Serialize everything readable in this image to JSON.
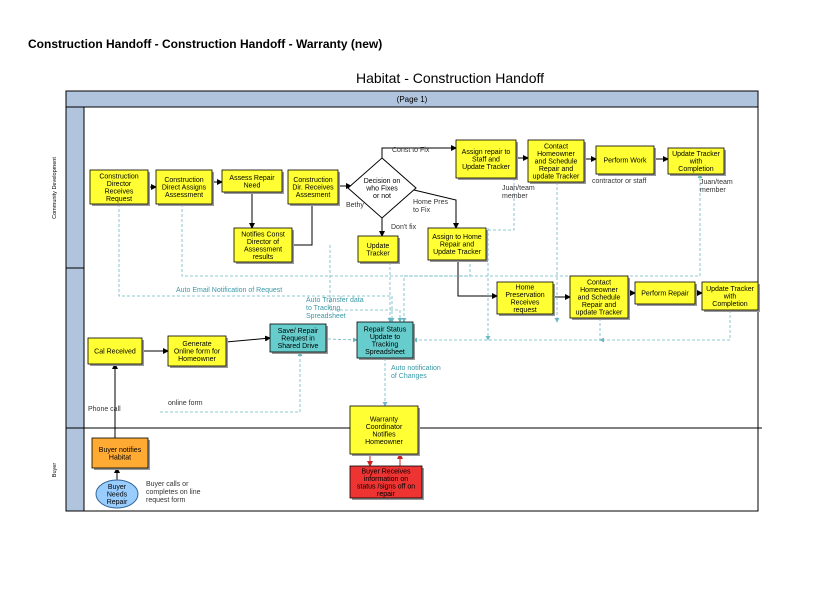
{
  "header": {
    "title": "Construction Handoff - Construction Handoff - Warranty (new)"
  },
  "diagram": {
    "title": "Habitat - Construction Handoff",
    "page_label": "(Page 1)",
    "lanes": [
      {
        "id": "lane-community-development",
        "label": "Community Development"
      },
      {
        "id": "lane-buyer",
        "label": "Buyer"
      }
    ],
    "nodes": [
      {
        "id": "n1",
        "label": [
          "Construction",
          "Director",
          "Receives",
          "Request"
        ],
        "color": "#ffff33"
      },
      {
        "id": "n2",
        "label": [
          "Construction",
          "Direct Assigns",
          "Assessment"
        ],
        "color": "#ffff33"
      },
      {
        "id": "n3",
        "label": [
          "Assess Repair",
          "Need"
        ],
        "color": "#ffff33"
      },
      {
        "id": "n4",
        "label": [
          "Notifies Const",
          "Director of",
          "Assessment",
          "results"
        ],
        "color": "#ffff33"
      },
      {
        "id": "n5",
        "label": [
          "Construction",
          "Dir. Receives",
          "Assesment"
        ],
        "color": "#ffff33"
      },
      {
        "id": "n6",
        "label": [
          "Decision on",
          "who Fixes",
          "or not"
        ],
        "color": "#ffffff"
      },
      {
        "id": "n7",
        "label": [
          "Update",
          "Tracker"
        ],
        "color": "#ffff33"
      },
      {
        "id": "n8",
        "label": [
          "Assign repair to",
          "Staff and",
          "Update Tracker"
        ],
        "color": "#ffff33"
      },
      {
        "id": "n9",
        "label": [
          "Contact",
          "Homeowner",
          "and Schedule",
          "Repair and",
          "update Tracker"
        ],
        "color": "#ffff33"
      },
      {
        "id": "n10",
        "label": [
          "Perform Work"
        ],
        "color": "#ffff33"
      },
      {
        "id": "n11",
        "label": [
          "Update Tracker",
          "with",
          "Completion"
        ],
        "color": "#ffff33"
      },
      {
        "id": "n12",
        "label": [
          "Assign to Home",
          "Repair and",
          "Update Tracker"
        ],
        "color": "#ffff33"
      },
      {
        "id": "n13",
        "label": [
          "Home",
          "Preservation",
          "Receives",
          "request"
        ],
        "color": "#ffff33"
      },
      {
        "id": "n14",
        "label": [
          "Contact",
          "Homeowner",
          "and Schedule",
          "Repair and",
          "update Tracker"
        ],
        "color": "#ffff33"
      },
      {
        "id": "n15",
        "label": [
          "Perform Repair"
        ],
        "color": "#ffff33"
      },
      {
        "id": "n16",
        "label": [
          "Update Tracker",
          "with",
          "Completion"
        ],
        "color": "#ffff33"
      },
      {
        "id": "n17",
        "label": [
          "Cal Received"
        ],
        "color": "#ffff33"
      },
      {
        "id": "n18",
        "label": [
          "Generate",
          "Online form for",
          "Homeowner"
        ],
        "color": "#ffff33"
      },
      {
        "id": "n19",
        "label": [
          "Save/ Repair",
          "Request  in",
          "Shared Drive"
        ],
        "color": "#66cccc"
      },
      {
        "id": "n20",
        "label": [
          "Repair Status",
          "Update to",
          "Tracking",
          "Spreadsheet"
        ],
        "color": "#66cccc"
      },
      {
        "id": "n21",
        "label": [
          "Warranty",
          "Coordinator",
          "Notifies",
          "Homeowner"
        ],
        "color": "#ffff33"
      },
      {
        "id": "n22",
        "label": [
          "Buyer notifies",
          "Habitat"
        ],
        "color": "#ffaa33"
      },
      {
        "id": "n23",
        "label": [
          "Buyer",
          "Needs",
          "Repair"
        ],
        "color": "#99ccff"
      },
      {
        "id": "n24",
        "label": [
          "Buyer Receives",
          "information on",
          "status /signs off on",
          "repair"
        ],
        "color": "#ee3333"
      }
    ],
    "annotations": [
      {
        "id": "a1",
        "text": [
          "Const to Fix"
        ]
      },
      {
        "id": "a2",
        "text": [
          "Home Pres",
          "to Fix"
        ]
      },
      {
        "id": "a3",
        "text": [
          "Don't fix"
        ]
      },
      {
        "id": "a4",
        "text": [
          "Bethy"
        ]
      },
      {
        "id": "a5",
        "text": [
          "Juan/team",
          "member"
        ]
      },
      {
        "id": "a6",
        "text": [
          "contractor or staff"
        ]
      },
      {
        "id": "a7",
        "text": [
          "Juan/team",
          "member"
        ]
      },
      {
        "id": "a8",
        "text": [
          "Phone call"
        ]
      },
      {
        "id": "a9",
        "text": [
          "online form"
        ]
      },
      {
        "id": "a10",
        "text": [
          "Buyer calls or",
          "completes on  line",
          "request form"
        ]
      }
    ],
    "edge_labels": [
      {
        "id": "e1",
        "text": [
          "Auto Email Notification of Request"
        ]
      },
      {
        "id": "e2",
        "text": [
          "Auto Transfer data",
          "to Tracking",
          "Spreadsheet"
        ]
      },
      {
        "id": "e3",
        "text": [
          "Auto notification",
          "of Changes"
        ]
      }
    ]
  }
}
